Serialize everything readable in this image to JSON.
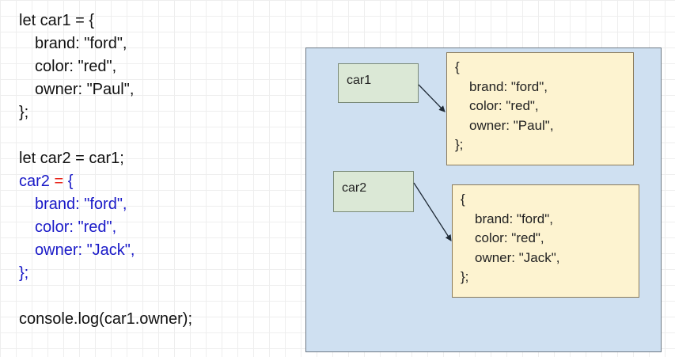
{
  "code": [
    {
      "indent": false,
      "parts": [
        {
          "text": "let car1 = {",
          "color": "default"
        }
      ]
    },
    {
      "indent": true,
      "parts": [
        {
          "text": "brand: \"ford\",",
          "color": "default"
        }
      ]
    },
    {
      "indent": true,
      "parts": [
        {
          "text": "color: \"red\",",
          "color": "default"
        }
      ]
    },
    {
      "indent": true,
      "parts": [
        {
          "text": "owner: \"Paul\",",
          "color": "default"
        }
      ]
    },
    {
      "indent": false,
      "parts": [
        {
          "text": "};",
          "color": "default"
        }
      ]
    },
    {
      "indent": false,
      "parts": []
    },
    {
      "indent": false,
      "parts": [
        {
          "text": "let car2 = car1;",
          "color": "default"
        }
      ]
    },
    {
      "indent": false,
      "parts": [
        {
          "text": "car2 ",
          "color": "blue"
        },
        {
          "text": "=",
          "color": "red"
        },
        {
          "text": " {",
          "color": "blue"
        }
      ]
    },
    {
      "indent": true,
      "parts": [
        {
          "text": "brand: \"ford\",",
          "color": "blue"
        }
      ]
    },
    {
      "indent": true,
      "parts": [
        {
          "text": "color: \"red\",",
          "color": "blue"
        }
      ]
    },
    {
      "indent": true,
      "parts": [
        {
          "text": "owner: \"Jack\",",
          "color": "blue"
        }
      ]
    },
    {
      "indent": false,
      "parts": [
        {
          "text": "};",
          "color": "blue"
        }
      ]
    },
    {
      "indent": false,
      "parts": []
    },
    {
      "indent": false,
      "parts": [
        {
          "text": "console.log(car1.owner);",
          "color": "default"
        }
      ]
    }
  ],
  "diagram": {
    "variables": [
      {
        "label": "car1"
      },
      {
        "label": "car2"
      }
    ],
    "objects": [
      {
        "lines": [
          "{",
          "brand: \"ford\",",
          "color: \"red\",",
          "owner: \"Paul\",",
          "};"
        ]
      },
      {
        "lines": [
          "{",
          "brand: \"ford\",",
          "color: \"red\",",
          "owner: \"Jack\",",
          "};"
        ]
      }
    ]
  },
  "colors": {
    "default": "#111111",
    "blue": "#1a1ac8",
    "red": "#e8261c",
    "panel": "#cfe0f1",
    "variable_box": "#dbe8d6",
    "object_box": "#fdf3d0"
  }
}
